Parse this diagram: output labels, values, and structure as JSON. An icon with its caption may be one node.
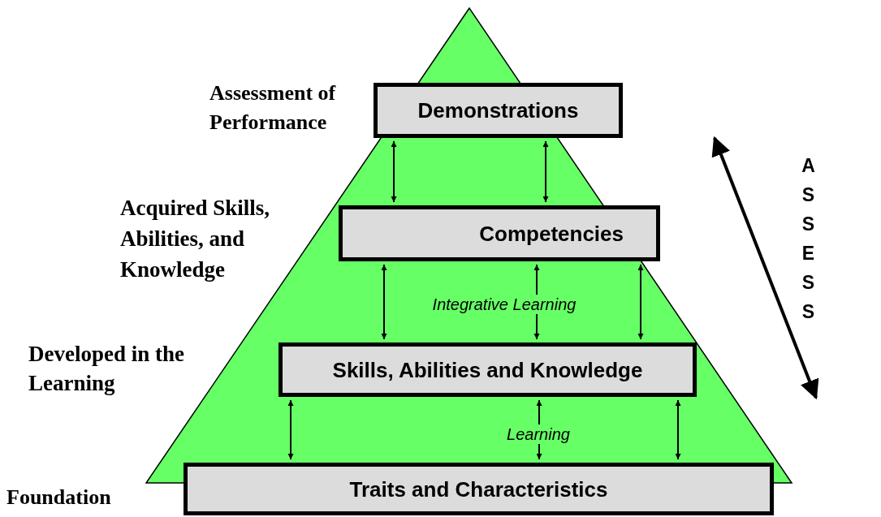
{
  "diagram": {
    "nodes": [
      {
        "text": [
          "Demonstrations"
        ]
      },
      {
        "text": [
          "Competencies"
        ]
      },
      {
        "text": [
          "Skills, Abilities and Knowledge"
        ]
      },
      {
        "text": [
          "Traits and Characteristics"
        ]
      }
    ],
    "edges": [
      {
        "from": 0,
        "to": 1,
        "arrow": "both"
      },
      {
        "from": 0,
        "to": 1,
        "arrow": "both"
      },
      {
        "from": 1,
        "to": 2,
        "arrow": "both"
      },
      {
        "from": 1,
        "to": 2,
        "arrow": "both",
        "label": "Integrative Learning"
      },
      {
        "from": 1,
        "to": 2,
        "arrow": "both"
      },
      {
        "from": 2,
        "to": 3,
        "arrow": "both"
      },
      {
        "from": 2,
        "to": 3,
        "arrow": "both",
        "label": "Learning"
      },
      {
        "from": 2,
        "to": 3,
        "arrow": "both"
      }
    ],
    "labels": [
      "Assessment of Performance",
      "Acquired Skills, Abilities, and Knowledge",
      "ASSESS",
      "Developed in the Learning",
      "Foundation"
    ]
  }
}
